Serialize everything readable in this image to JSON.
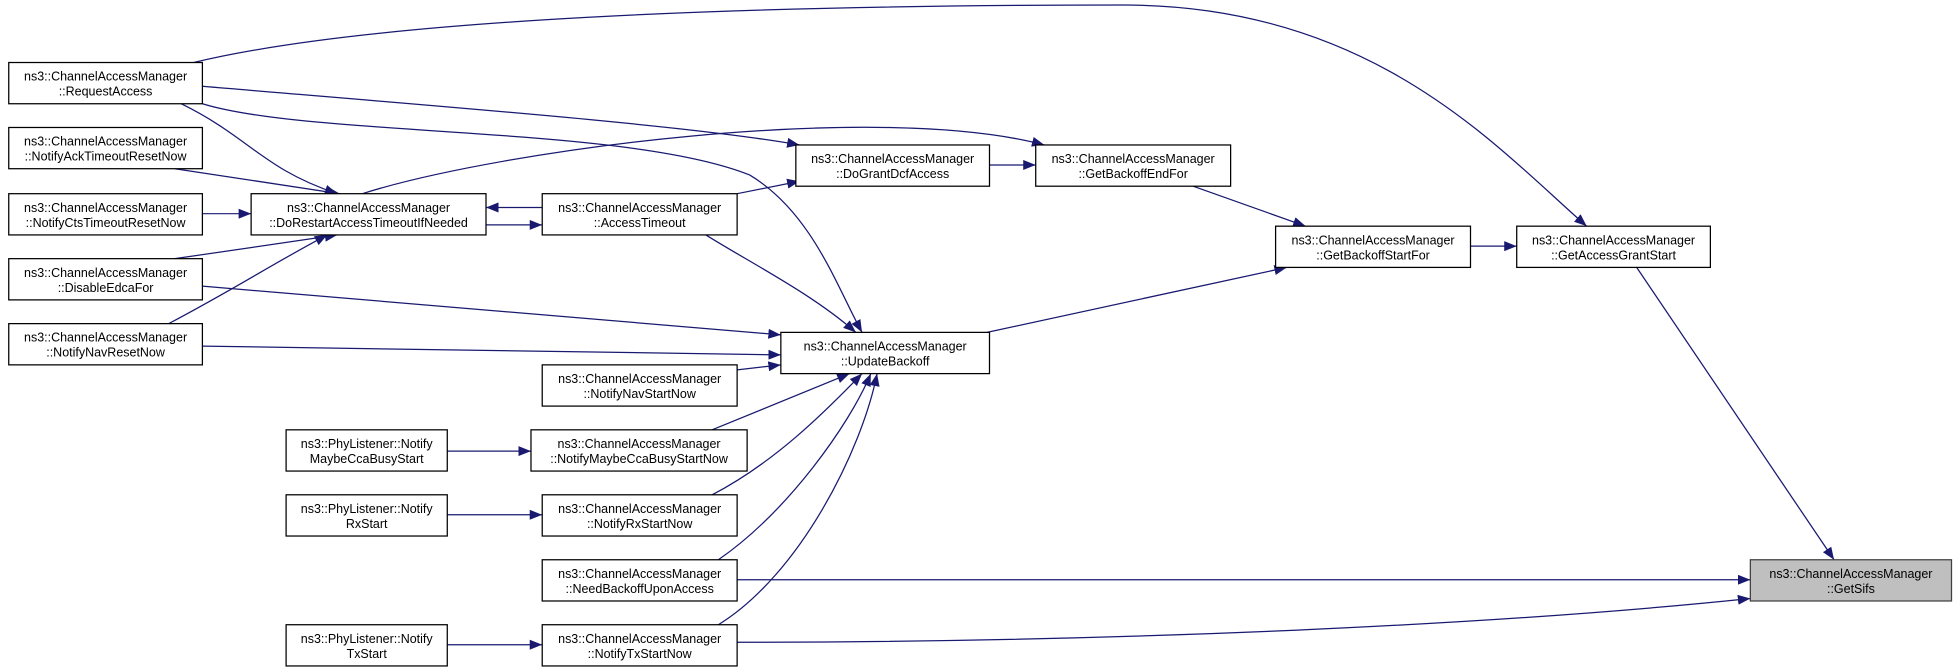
{
  "graph": {
    "colors": {
      "edge": "#191970",
      "node_border": "#000000",
      "current_node_fill": "#bfbfbf"
    },
    "nodes": {
      "request_access": [
        "ns3::ChannelAccessManager",
        "::RequestAccess"
      ],
      "notify_ack_timeout_reset_now": [
        "ns3::ChannelAccessManager",
        "::NotifyAckTimeoutResetNow"
      ],
      "notify_cts_timeout_reset_now": [
        "ns3::ChannelAccessManager",
        "::NotifyCtsTimeoutResetNow"
      ],
      "disable_edca_for": [
        "ns3::ChannelAccessManager",
        "::DisableEdcaFor"
      ],
      "notify_nav_reset_now": [
        "ns3::ChannelAccessManager",
        "::NotifyNavResetNow"
      ],
      "do_restart_access_timeout": [
        "ns3::ChannelAccessManager",
        "::DoRestartAccessTimeoutIfNeeded"
      ],
      "access_timeout": [
        "ns3::ChannelAccessManager",
        "::AccessTimeout"
      ],
      "do_grant_dcf_access": [
        "ns3::ChannelAccessManager",
        "::DoGrantDcfAccess"
      ],
      "get_backoff_end_for": [
        "ns3::ChannelAccessManager",
        "::GetBackoffEndFor"
      ],
      "get_backoff_start_for": [
        "ns3::ChannelAccessManager",
        "::GetBackoffStartFor"
      ],
      "get_access_grant_start": [
        "ns3::ChannelAccessManager",
        "::GetAccessGrantStart"
      ],
      "update_backoff": [
        "ns3::ChannelAccessManager",
        "::UpdateBackoff"
      ],
      "notify_nav_start_now": [
        "ns3::ChannelAccessManager",
        "::NotifyNavStartNow"
      ],
      "phy_notify_maybe_cca": [
        "ns3::PhyListener::Notify",
        "MaybeCcaBusyStart"
      ],
      "notify_maybe_cca_now": [
        "ns3::ChannelAccessManager",
        "::NotifyMaybeCcaBusyStartNow"
      ],
      "phy_notify_rx": [
        "ns3::PhyListener::Notify",
        "RxStart"
      ],
      "notify_rx_start_now": [
        "ns3::ChannelAccessManager",
        "::NotifyRxStartNow"
      ],
      "need_backoff_upon_access": [
        "ns3::ChannelAccessManager",
        "::NeedBackoffUponAccess"
      ],
      "phy_notify_tx": [
        "ns3::PhyListener::Notify",
        "TxStart"
      ],
      "notify_tx_start_now": [
        "ns3::ChannelAccessManager",
        "::NotifyTxStartNow"
      ],
      "get_sifs": [
        "ns3::ChannelAccessManager",
        "::GetSifs"
      ]
    },
    "current": "get_sifs"
  }
}
